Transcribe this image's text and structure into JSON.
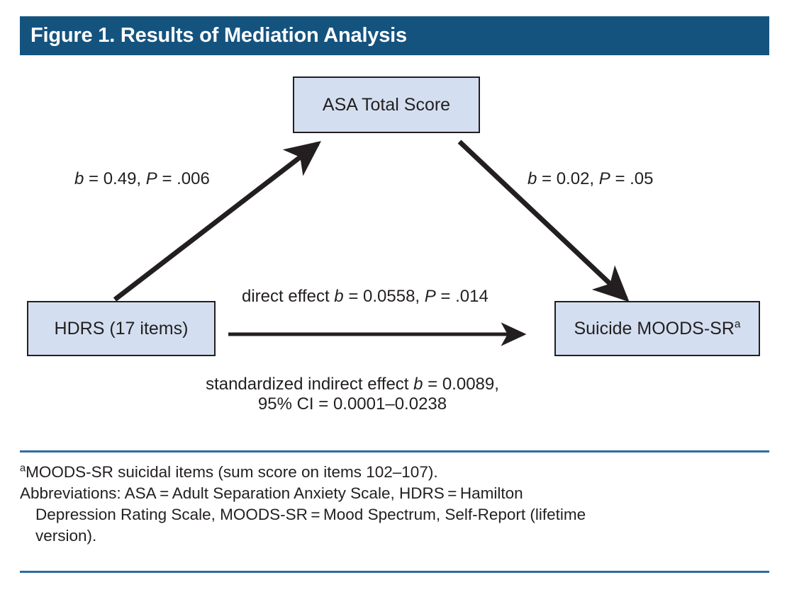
{
  "figure": {
    "title": "Figure 1. Results of Mediation Analysis",
    "title_bar_color": "#15537f",
    "rule_color": "#2e6ca4",
    "node_fill_color": "#d3dff0",
    "node_border_color": "#231f20",
    "arrow_color": "#231f20"
  },
  "nodes": {
    "mediator": {
      "label": "ASA Total Score"
    },
    "predictor": {
      "label": "HDRS (17 items)"
    },
    "outcome": {
      "label_main": "Suicide MOODS-SR",
      "label_superscript": "a"
    }
  },
  "paths": {
    "a_path": {
      "b_symbol": "b",
      "b_text": " = 0.49, ",
      "p_symbol": "P",
      "p_text": " = .006"
    },
    "b_path": {
      "b_symbol": "b",
      "b_text": " = 0.02, ",
      "p_symbol": "P",
      "p_text": " = .05"
    },
    "direct_effect": {
      "prefix": "direct effect ",
      "b_symbol": "b",
      "b_text": " = 0.0558, ",
      "p_symbol": "P",
      "p_text": " = .014"
    },
    "indirect_effect": {
      "prefix": "standardized indirect effect  ",
      "b_symbol": "b",
      "b_text": " = 0.0089,",
      "ci_line": "95% CI = 0.0001–0.0238"
    }
  },
  "footnotes": {
    "marker_a": "a",
    "note_a": "MOODS-SR suicidal items (sum score on items 102–107).",
    "abbrev_line1": "Abbreviations: ASA = Adult Separation Anxiety Scale, HDRS = Hamilton",
    "abbrev_line2": "Depression Rating Scale, MOODS-SR = Mood Spectrum, Self-Report (lifetime",
    "abbrev_line3": "version)."
  },
  "chart_data": {
    "type": "diagram",
    "title": "Figure 1. Results of Mediation Analysis",
    "diagram_kind": "mediation-path-model",
    "nodes": [
      {
        "id": "hdrs",
        "label": "HDRS (17 items)",
        "role": "predictor"
      },
      {
        "id": "asa",
        "label": "ASA Total Score",
        "role": "mediator"
      },
      {
        "id": "suicide",
        "label": "Suicide MOODS-SR",
        "role": "outcome"
      }
    ],
    "edges": [
      {
        "from": "hdrs",
        "to": "asa",
        "label": "b = 0.49, P = .006",
        "b": 0.49,
        "p": 0.006
      },
      {
        "from": "asa",
        "to": "suicide",
        "label": "b = 0.02, P = .05",
        "b": 0.02,
        "p": 0.05
      },
      {
        "from": "hdrs",
        "to": "suicide",
        "label": "direct effect b = 0.0558, P = .014",
        "b": 0.0558,
        "p": 0.014
      }
    ],
    "indirect_effect": {
      "label": "standardized indirect effect b = 0.0089, 95% CI = 0.0001–0.0238",
      "b": 0.0089,
      "ci_low": 0.0001,
      "ci_high": 0.0238
    }
  }
}
